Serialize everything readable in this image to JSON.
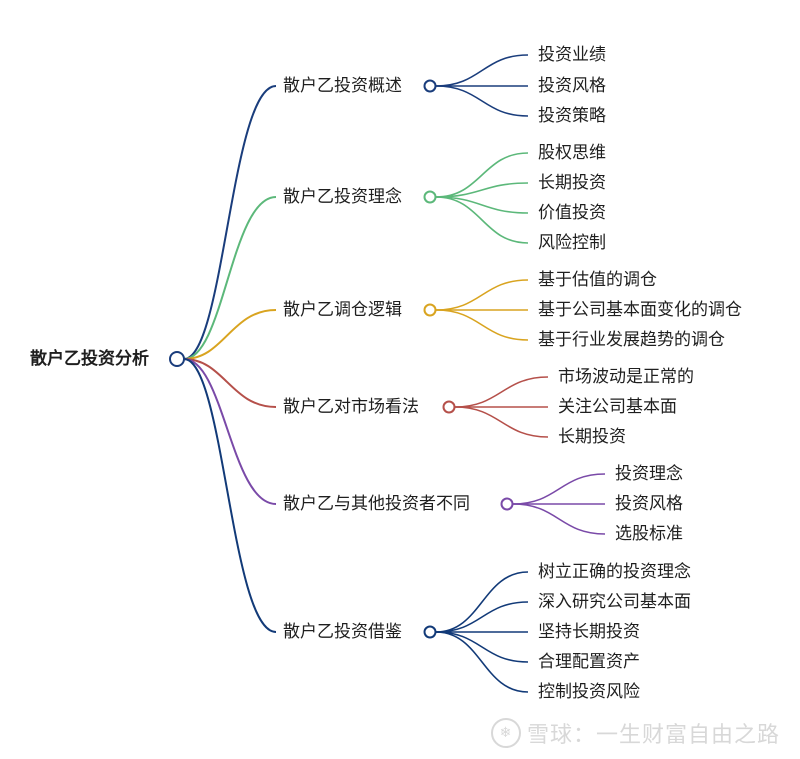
{
  "root": {
    "label": "散户乙投资分析"
  },
  "branches": [
    {
      "label": "散户乙投资概述",
      "color": "#1a3d7c",
      "children": [
        "投资业绩",
        "投资风格",
        "投资策略"
      ]
    },
    {
      "label": "散户乙投资理念",
      "color": "#5cb87a",
      "children": [
        "股权思维",
        "长期投资",
        "价值投资",
        "风险控制"
      ]
    },
    {
      "label": "散户乙调仓逻辑",
      "color": "#d9a420",
      "children": [
        "基于估值的调仓",
        "基于公司基本面变化的调仓",
        "基于行业发展趋势的调仓"
      ]
    },
    {
      "label": "散户乙对市场看法",
      "color": "#b5504a",
      "children": [
        "市场波动是正常的",
        "关注公司基本面",
        "长期投资"
      ]
    },
    {
      "label": "散户乙与其他投资者不同",
      "color": "#7a4aa8",
      "children": [
        "投资理念",
        "投资风格",
        "选股标准"
      ]
    },
    {
      "label": "散户乙投资借鉴",
      "color": "#123a78",
      "children": [
        "树立正确的投资理念",
        "深入研究公司基本面",
        "坚持长期投资",
        "合理配置资产",
        "控制投资风险"
      ]
    }
  ],
  "watermark": {
    "icon": "snowball-logo-icon",
    "text": "雪球：一生财富自由之路"
  }
}
